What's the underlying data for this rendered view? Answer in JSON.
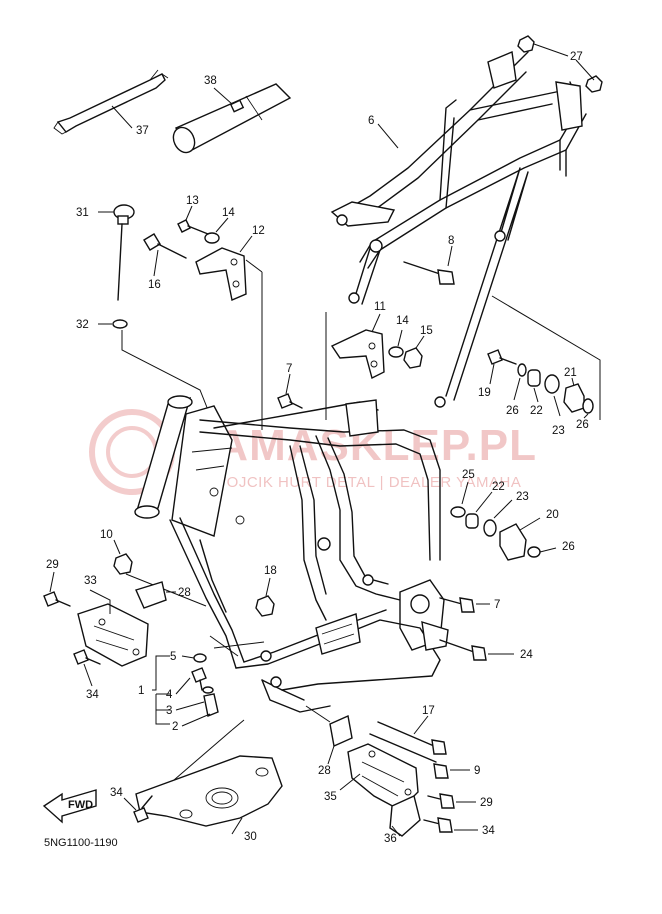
{
  "diagram_code": "5NG1100-1190",
  "fwd_label": "FWD",
  "watermark": {
    "brand": "YAMASKLEP.PL",
    "tagline": "WOJCIK HURT DETAL | DEALER YAMAHA"
  },
  "callouts": [
    {
      "id": "c37",
      "label": "37"
    },
    {
      "id": "c38",
      "label": "38"
    },
    {
      "id": "c6",
      "label": "6"
    },
    {
      "id": "c27",
      "label": "27"
    },
    {
      "id": "c31",
      "label": "31"
    },
    {
      "id": "c32",
      "label": "32"
    },
    {
      "id": "c13",
      "label": "13"
    },
    {
      "id": "c14a",
      "label": "14"
    },
    {
      "id": "c12",
      "label": "12"
    },
    {
      "id": "c16",
      "label": "16"
    },
    {
      "id": "c8",
      "label": "8"
    },
    {
      "id": "c11",
      "label": "11"
    },
    {
      "id": "c14b",
      "label": "14"
    },
    {
      "id": "c15",
      "label": "15"
    },
    {
      "id": "c7a",
      "label": "7"
    },
    {
      "id": "c19",
      "label": "19"
    },
    {
      "id": "c26a",
      "label": "26"
    },
    {
      "id": "c22a",
      "label": "22"
    },
    {
      "id": "c21",
      "label": "21"
    },
    {
      "id": "c23a",
      "label": "23"
    },
    {
      "id": "c26b",
      "label": "26"
    },
    {
      "id": "c25",
      "label": "25"
    },
    {
      "id": "c22b",
      "label": "22"
    },
    {
      "id": "c23b",
      "label": "23"
    },
    {
      "id": "c20",
      "label": "20"
    },
    {
      "id": "c26c",
      "label": "26"
    },
    {
      "id": "c10",
      "label": "10"
    },
    {
      "id": "c29a",
      "label": "29"
    },
    {
      "id": "c33",
      "label": "33"
    },
    {
      "id": "c28a",
      "label": "28"
    },
    {
      "id": "c18",
      "label": "18"
    },
    {
      "id": "c7b",
      "label": "7"
    },
    {
      "id": "c24",
      "label": "24"
    },
    {
      "id": "c5",
      "label": "5"
    },
    {
      "id": "c34a",
      "label": "34"
    },
    {
      "id": "c1",
      "label": "1"
    },
    {
      "id": "c4",
      "label": "4"
    },
    {
      "id": "c3",
      "label": "3"
    },
    {
      "id": "c2",
      "label": "2"
    },
    {
      "id": "c17",
      "label": "17"
    },
    {
      "id": "c9",
      "label": "9"
    },
    {
      "id": "c28b",
      "label": "28"
    },
    {
      "id": "c29b",
      "label": "29"
    },
    {
      "id": "c35",
      "label": "35"
    },
    {
      "id": "c34b",
      "label": "34"
    },
    {
      "id": "c34c",
      "label": "34"
    },
    {
      "id": "c36",
      "label": "36"
    },
    {
      "id": "c30",
      "label": "30"
    }
  ]
}
